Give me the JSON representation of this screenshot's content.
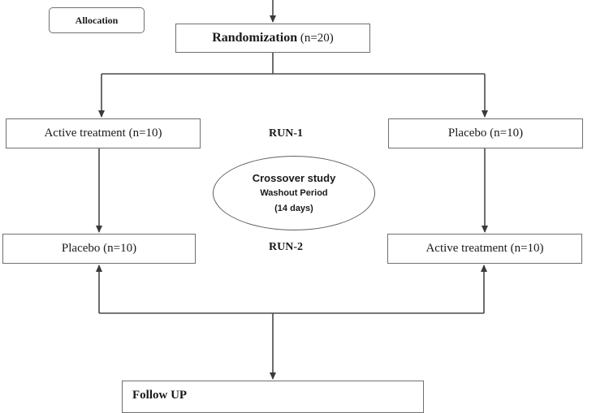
{
  "allocation": {
    "label": "Allocation"
  },
  "randomization": {
    "title": "Randomization",
    "count": " (n=20)"
  },
  "left_top": {
    "label": "Active treatment (n=10)"
  },
  "right_top": {
    "label": "Placebo (n=10)"
  },
  "left_bottom": {
    "label": "Placebo (n=10)"
  },
  "right_bottom": {
    "label": "Active treatment (n=10)"
  },
  "run1": {
    "label": "RUN-1"
  },
  "run2": {
    "label": "RUN-2"
  },
  "crossover": {
    "line1": "Crossover study",
    "line2": "Washout Period",
    "line3": "(14 days)"
  },
  "follow_up": {
    "label": "Follow UP"
  },
  "colors": {
    "line": "#4a4a4a",
    "border": "#6f6f6f"
  }
}
